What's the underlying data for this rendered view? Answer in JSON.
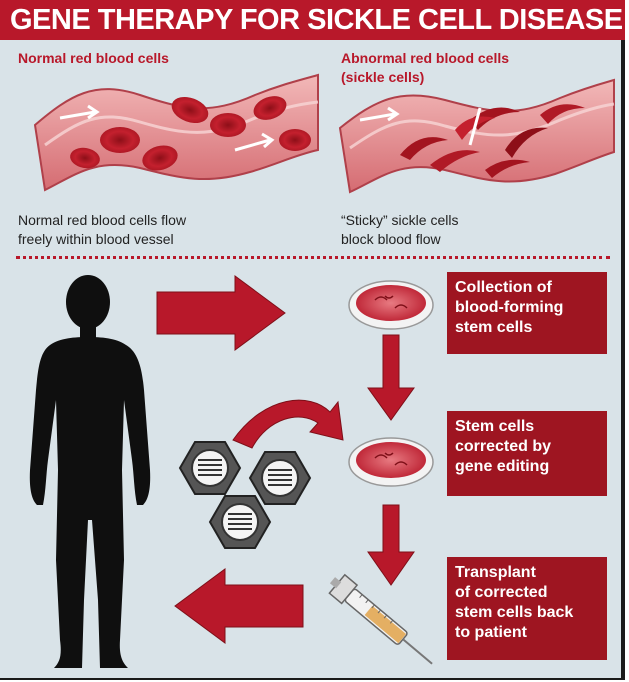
{
  "title": "GENE THERAPY FOR SICKLE CELL DISEASE",
  "panels": {
    "normal": {
      "title": "Normal red blood cells",
      "caption_line1": "Normal red blood cells flow",
      "caption_line2": "freely within blood vessel"
    },
    "abnormal": {
      "title_line1": "Abnormal red blood cells",
      "title_line2": "(sickle cells)",
      "caption_line1": "“Sticky” sickle cells",
      "caption_line2": "block blood flow"
    }
  },
  "steps": [
    {
      "line1": "Collection of",
      "line2": "blood-forming",
      "line3": "stem cells"
    },
    {
      "line1": "Stem cells",
      "line2": "corrected by",
      "line3": "gene editing"
    },
    {
      "line1": "Transplant",
      "line2": "of corrected",
      "line3": "stem cells back",
      "line4": "to patient"
    }
  ],
  "icons": {
    "person": "human-silhouette-icon",
    "dish": "petri-dish-icon",
    "virus": "viral-vector-icon",
    "syringe": "syringe-icon"
  },
  "colors": {
    "accent": "#b8182a",
    "box": "#9e1521",
    "background": "#d9e3e8",
    "cell": "#c4202e"
  }
}
